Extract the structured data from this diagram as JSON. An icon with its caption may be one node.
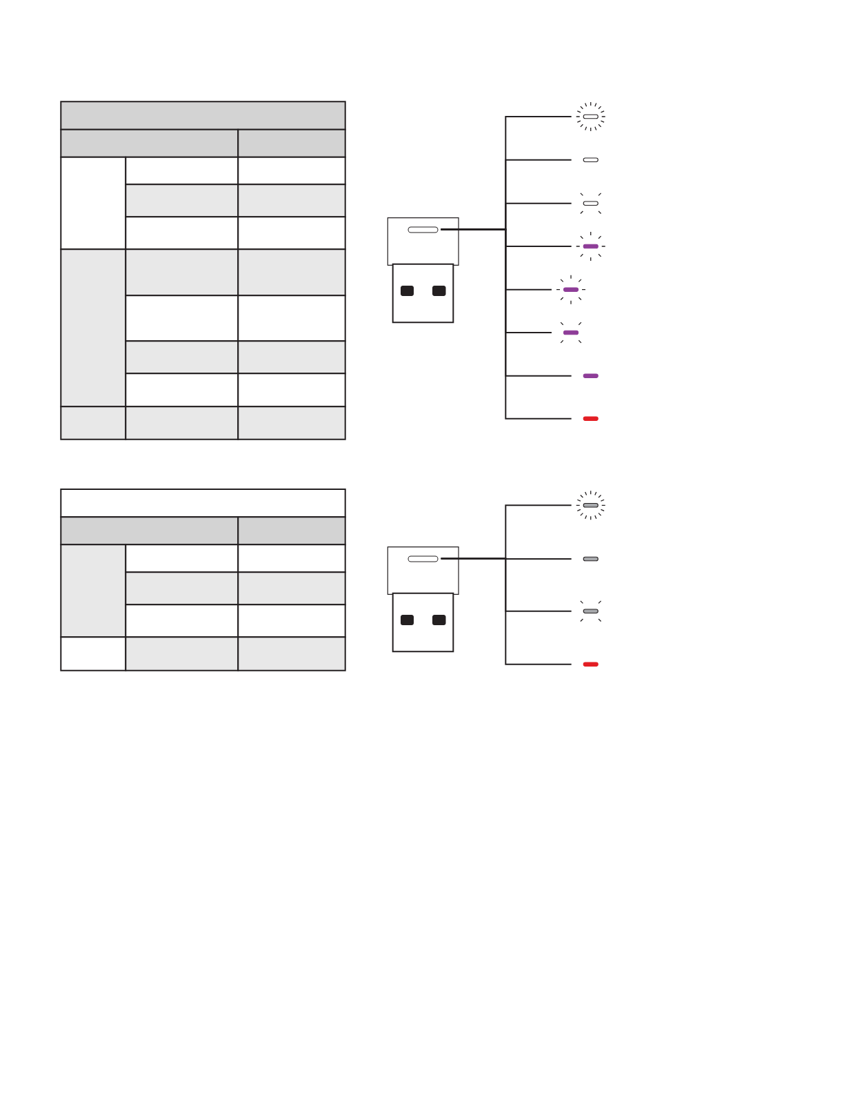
{
  "diagram": {
    "nodes": [
      {
        "text": [],
        "shape": "picture"
      },
      {
        "text": [],
        "shape": "bar"
      },
      {
        "text": [],
        "shape": "bar"
      },
      {
        "text": [],
        "shape": "bar"
      },
      {
        "text": [],
        "shape": "bar"
      },
      {
        "text": [],
        "shape": "bar"
      },
      {
        "text": [],
        "shape": "bar"
      },
      {
        "text": [],
        "shape": "bar"
      },
      {
        "text": [],
        "shape": "bar"
      },
      {
        "text": [],
        "shape": "picture"
      },
      {
        "text": [],
        "shape": "bar"
      },
      {
        "text": [],
        "shape": "bar"
      },
      {
        "text": [],
        "shape": "bar"
      },
      {
        "text": [],
        "shape": "bar"
      }
    ],
    "edges": [
      {
        "from": 0,
        "to": 1,
        "arrow": "none"
      },
      {
        "from": 0,
        "to": 2,
        "arrow": "none"
      },
      {
        "from": 0,
        "to": 3,
        "arrow": "none"
      },
      {
        "from": 0,
        "to": 4,
        "arrow": "none"
      },
      {
        "from": 0,
        "to": 5,
        "arrow": "none"
      },
      {
        "from": 0,
        "to": 6,
        "arrow": "none"
      },
      {
        "from": 0,
        "to": 7,
        "arrow": "none"
      },
      {
        "from": 0,
        "to": 8,
        "arrow": "none"
      },
      {
        "from": 9,
        "to": 10,
        "arrow": "none"
      },
      {
        "from": 9,
        "to": 11,
        "arrow": "none"
      },
      {
        "from": 9,
        "to": 12,
        "arrow": "none"
      },
      {
        "from": 9,
        "to": 13,
        "arrow": "none"
      }
    ]
  }
}
